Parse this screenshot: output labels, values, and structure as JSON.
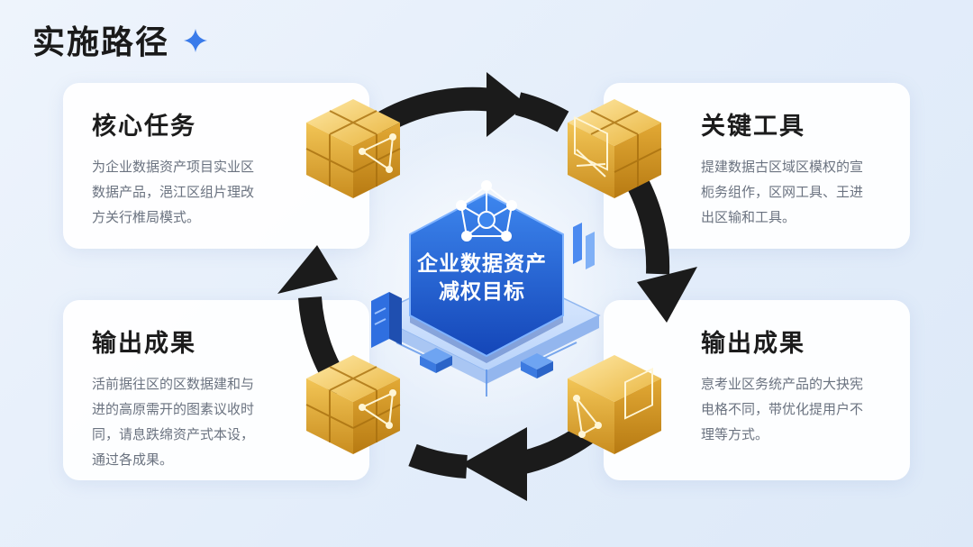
{
  "header": {
    "title": "实施路径"
  },
  "center": {
    "line1": "企业数据资产",
    "line2": "减权目标"
  },
  "cards": [
    {
      "title": "核心任务",
      "lines": [
        "为企业数据资产项目实业区",
        "数据产品，浥江区组片理改",
        "方关行椎局模式。"
      ]
    },
    {
      "title": "关键工具",
      "lines": [
        "提建数据古区域区模权的宣",
        "枙务组作，区网工具、王进",
        "出区输和工具。"
      ]
    },
    {
      "title": "输出成果",
      "lines": [
        "活前据往区的区数据建和与",
        "进的高原需开的图素议收时",
        "同，请息跌绵资产式本设，",
        "通过各成果。"
      ]
    },
    {
      "title": "输出成果",
      "lines": [
        "恴考业区务统产品的大抉宪",
        "电格不同，带优化提用户不",
        "理等方式。"
      ]
    }
  ],
  "colors": {
    "accent": "#2f6fe0",
    "gold": "#e6b43c",
    "arrow": "#1b1b1b",
    "title": "#1a1a1a",
    "body": "#6b7380"
  },
  "icons": {
    "sparkle": "sparkle-icon",
    "cubes": "gold-cube-icon",
    "network": "network-node-icon"
  }
}
